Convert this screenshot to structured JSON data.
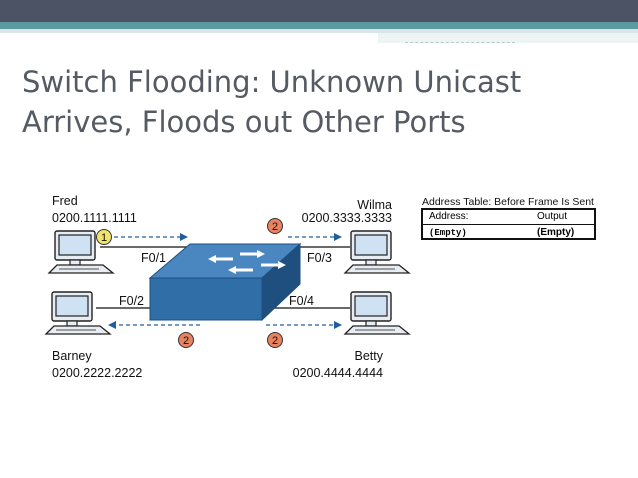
{
  "slide": {
    "title_lines": [
      "Switch Flooding: Unknown Unicast",
      "Arrives, Floods out Other Ports"
    ]
  },
  "hosts": {
    "fred": {
      "name": "Fred",
      "mac": "0200.1111.1111"
    },
    "wilma": {
      "name": "Wilma",
      "mac": "0200.3333.3333"
    },
    "barney": {
      "name": "Barney",
      "mac": "0200.2222.2222"
    },
    "betty": {
      "name": "Betty",
      "mac": "0200.4444.4444"
    }
  },
  "ports": {
    "fred": "F0/1",
    "wilma": "F0/3",
    "barney": "F0/2",
    "betty": "F0/4"
  },
  "steps": {
    "ingress": "1",
    "flood_wilma": "2",
    "flood_barney": "2",
    "flood_betty": "2"
  },
  "address_table": {
    "title": "Address Table:  Before Frame Is Sent",
    "col_address": "Address:",
    "col_output": "Output",
    "row_address": "(Empty)",
    "row_output": "(Empty)"
  },
  "colors": {
    "header_dark": "#4b5365",
    "header_teal": "#5b9aa0",
    "title_text": "#555a63",
    "switch_blue": "#2f6ea7",
    "arrow_blue": "#1f5f9f",
    "step1_fill": "#f2e36a",
    "step2_fill": "#e8825f",
    "pc_blue": "#cfe2f3"
  }
}
